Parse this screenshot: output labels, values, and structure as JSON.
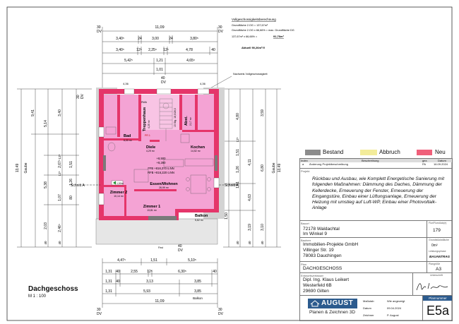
{
  "calc": {
    "title": "Vollgeschossigkeitsberechnung",
    "line1": "Grundfläche 2.OG = 137,67m²",
    "line2": "Grundfläche 2.OG x 66,66% = max. Grundfläche DG",
    "line3a": "137,67m² x 66,66% =",
    "line3b": "91,76m²",
    "actual": "Aktuell 90,26m²!!!",
    "note": "Nachweis Vollgeschossigkeit"
  },
  "axes": {
    "dv": "DV",
    "v30": "30",
    "v40": "40"
  },
  "dims_top": {
    "total": "11,09",
    "row2": [
      "3,40⁵",
      "24",
      "3,00",
      "24",
      "3,80⁵"
    ],
    "row3": [
      "3,40⁵",
      "12⁵",
      "2,25⁵",
      "12⁵",
      "4,78",
      "40"
    ],
    "row4": [
      "5,42⁵",
      "1,01",
      "4,65⁵"
    ],
    "small": "1,21",
    "inner": [
      "4,36",
      "4,36"
    ]
  },
  "dims_bottom": {
    "row1": [
      "4,47⁵",
      "1,51",
      "5,10⁵"
    ],
    "row2": [
      "1,31",
      "40",
      "2,55",
      "12⁵",
      "6,30⁵",
      "40"
    ],
    "row3": [
      "1,31",
      "40",
      "3,13",
      "3,85"
    ],
    "row4": [
      "1,31",
      "5,93",
      "3,85"
    ],
    "total": "11,09",
    "balkon": "Balkon",
    "first": "First"
  },
  "dims_left": {
    "total": "13,49",
    "gaube": "Gaube",
    "parts": [
      "9,41",
      "5,14",
      "3,40",
      "12⁵",
      "2,67⁵",
      "12⁵",
      "1,51",
      "1,26",
      "5,38",
      "1,07",
      "80",
      "2,03",
      "2,46⁵",
      "40",
      "40"
    ]
  },
  "dims_right": {
    "total": "13,49",
    "gaube": "Gaube",
    "parts": [
      "3,59",
      "4,80",
      "6,80",
      "4,11",
      "1,51",
      "1,26",
      "4,63",
      "3,19",
      "3,10",
      "40",
      "40",
      "12⁵",
      "1,51",
      "1,50",
      "40"
    ]
  },
  "section": {
    "left": "Schnitt A",
    "right": "Schnitt A"
  },
  "rooms": [
    {
      "name": "Bad",
      "area": "6,00 m²"
    },
    {
      "name": "Diele",
      "area": "4,29 m²"
    },
    {
      "name": "Treppenhaus",
      "area": "4,25 m²"
    },
    {
      "name": "Abst.",
      "area": "2,17 m²"
    },
    {
      "name": "Kochen",
      "area": "14,52 m²"
    },
    {
      "name": "Essen/Wohnen",
      "area": "26,99 m²"
    },
    {
      "name": "Zimmer 2",
      "area": "10,14 m²"
    },
    {
      "name": "Zimmer 1",
      "area": "13,81 m²"
    },
    {
      "name": "Balkon",
      "area": "5,62 m²"
    }
  ],
  "levels": {
    "l1": "+8,500",
    "l2": "+8,280",
    "ffb1": "FFB +816,370 ü.NN",
    "ffb2": "RFB +816,220 ü.NN",
    "stair": "15 Stg. 18,0/28,0",
    "rwa": "RWA",
    "pr": "PR 1",
    "arrow": "1,50m"
  },
  "plan_title": {
    "name": "Dachgeschoss",
    "scale": "M 1 : 100"
  },
  "legend": {
    "bestand": "Bestand",
    "abbruch": "Abbruch",
    "neu": "Neu",
    "c_bestand": "#8c8c8c",
    "c_abbruch": "#f3ec9a",
    "c_neu": "#f0607a"
  },
  "changes": {
    "h_index": "Index",
    "h_desc": "Beschreibung",
    "h_by": "gez.",
    "h_date": "Datum",
    "row_index": "a",
    "row_desc": "Änderung Projektbeschreibung",
    "row_by": "PA",
    "row_date": "16.09.2024"
  },
  "projekt": {
    "label": "Projekt",
    "text": "Rückbau und Ausbau, wie Komplett Energetische Sanierung mit folgenden Maßnahmen: Dämmung des Daches, Dämmung der Kellerdecke, Erneuerung der Fenster, Erneuerung der Eingangstüre, Einbau einer Lüftungsanlage, Erneuerung der Heizung mit umstieg auf Luft-WP, Einbau einer Photovoltaik-Anlage"
  },
  "bauort": {
    "label": "Bauort",
    "l1": "72178 Waldachtal",
    "l2": "Im Winkel 9"
  },
  "flur": {
    "label": "Flur/Flurstück(e)",
    "value": "179"
  },
  "bauherr": {
    "label": "Bauherr",
    "l1": "Immobilien-Projekte GmbH",
    "l2": "Villinger Str. 19",
    "l3": "78083 Dauchingen"
  },
  "grund": {
    "label": "Grundstücksfläche",
    "value": "0m²"
  },
  "leistung": {
    "label": "Leistungsphase",
    "value": "BAUANTRAG"
  },
  "plan": {
    "label": "Plan",
    "value": "DACHGESCHOSS"
  },
  "format": {
    "label": "Plangröße",
    "value": "A3"
  },
  "entwurf": {
    "label": "Entwurfsverfasser",
    "l1": "Dipl. Ing. Klaus Leikert",
    "l2": "Westerfeld 6B",
    "l3": "29690 Gilten"
  },
  "unterschrift": {
    "label": "Unterschrift"
  },
  "company": {
    "brand": "AUGUST",
    "tagline": "Planen & Zeichnen 3D"
  },
  "meta": {
    "massstab_l": "Maßstab",
    "massstab": "Wie angezeigt",
    "datum_l": "Datum",
    "datum": "09.04.2024",
    "zeichner_l": "Zeichner",
    "zeichner": "P. August"
  },
  "plannummer": {
    "label": "Plannummer",
    "value": "E5a"
  }
}
